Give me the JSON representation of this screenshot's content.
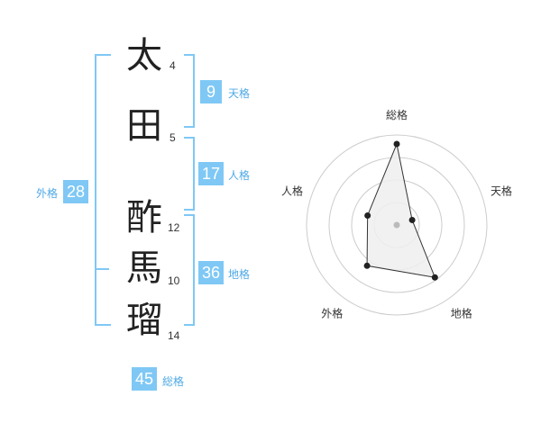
{
  "name": {
    "characters": [
      {
        "char": "太",
        "strokes": "4"
      },
      {
        "char": "田",
        "strokes": "5"
      },
      {
        "char": "酢",
        "strokes": "12"
      },
      {
        "char": "馬",
        "strokes": "10"
      },
      {
        "char": "瑠",
        "strokes": "14"
      }
    ]
  },
  "fortunes": {
    "tenkaku": {
      "label": "天格",
      "value": "9"
    },
    "jinkaku": {
      "label": "人格",
      "value": "17"
    },
    "chikaku": {
      "label": "地格",
      "value": "36"
    },
    "gaikaku": {
      "label": "外格",
      "value": "28"
    },
    "soukaku": {
      "label": "総格",
      "value": "45"
    }
  },
  "chart_data": {
    "type": "radar",
    "axes": [
      "総格",
      "天格",
      "地格",
      "外格",
      "人格"
    ],
    "values": [
      45,
      9,
      36,
      28,
      17
    ],
    "rings": 4,
    "colors": {
      "fill": "#eeeeee",
      "stroke": "#333333",
      "grid": "#cccccc",
      "point": "#222222"
    }
  },
  "colors": {
    "accent": "#7fc8f5",
    "label": "#4fa9e6"
  }
}
